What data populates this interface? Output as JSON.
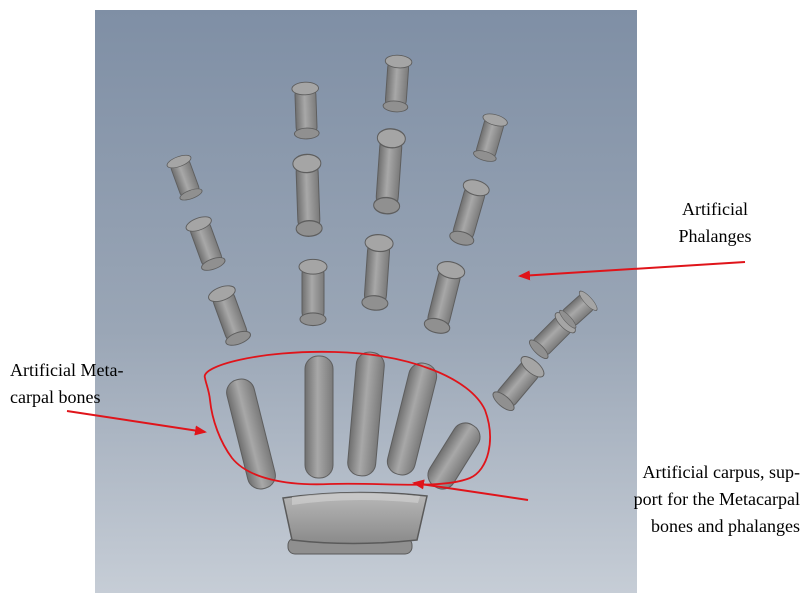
{
  "labels": {
    "phalanges": [
      "Artificial",
      "Phalanges"
    ],
    "metacarpal": [
      "Artificial Meta-",
      "carpal bones"
    ],
    "carpus": [
      "Artificial carpus, sup-",
      "port for the Metacarpal",
      "bones and phalanges"
    ]
  },
  "colors": {
    "background_top": "#7e8ea3",
    "background_bottom": "#c4cbd4",
    "bone": "#9a9a9a",
    "annotation": "#e0141a"
  }
}
